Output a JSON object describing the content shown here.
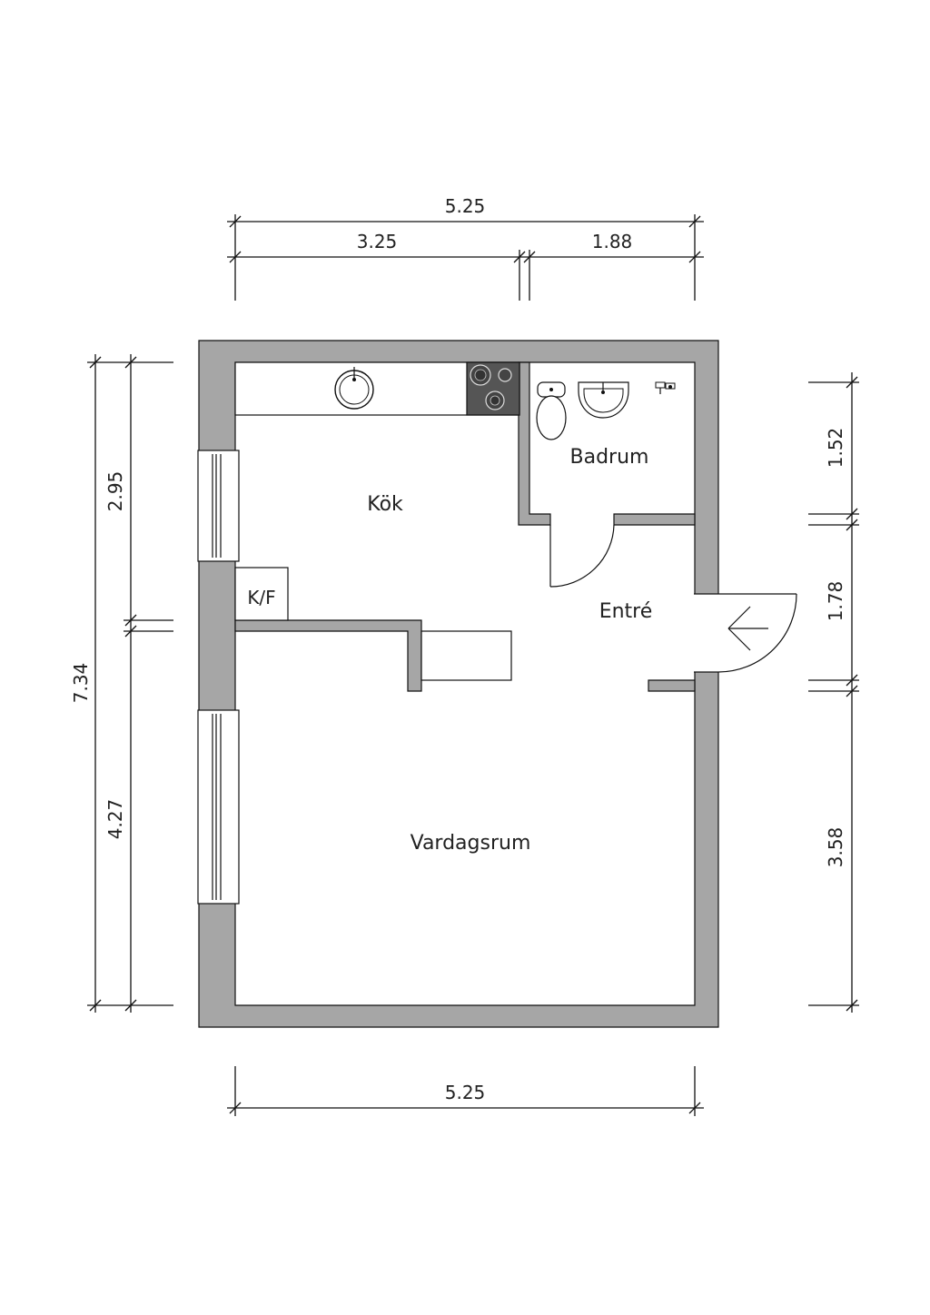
{
  "rooms": {
    "kitchen": "Kök",
    "bathroom": "Badrum",
    "entrance": "Entré",
    "living": "Vardagsrum",
    "fridge_freezer": "K/F"
  },
  "dimensions": {
    "top_total": "5.25",
    "top_left": "3.25",
    "top_right": "1.88",
    "bottom_total": "5.25",
    "left_total": "7.34",
    "left_upper": "2.95",
    "left_lower": "4.27",
    "right_top": "1.52",
    "right_middle": "1.78",
    "right_bottom": "3.58"
  },
  "colors": {
    "wall_fill": "#a6a6a6",
    "stove_fill": "#555555",
    "line": "#111111"
  }
}
